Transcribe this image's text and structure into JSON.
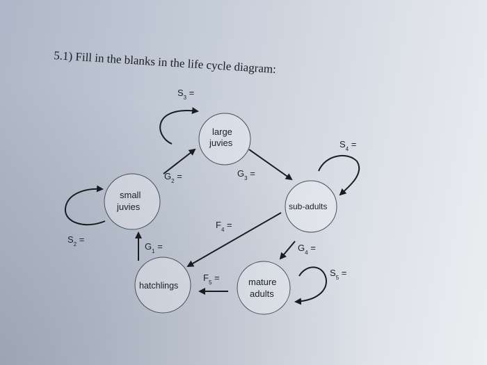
{
  "header": {
    "number": "5.1)",
    "text": "Fill in the blanks in the life cycle diagram:"
  },
  "nodes": {
    "large_juvies": [
      "large",
      "juvies"
    ],
    "small_juvies": [
      "small",
      "juvies"
    ],
    "sub_adults": "sub-adults",
    "hatchlings": "hatchlings",
    "mature_adults": [
      "mature",
      "adults"
    ]
  },
  "labels": {
    "s3": {
      "base": "S",
      "sub": "3",
      "eq": " ="
    },
    "s4": {
      "base": "S",
      "sub": "4",
      "eq": " ="
    },
    "s2": {
      "base": "S",
      "sub": "2",
      "eq": " ="
    },
    "s5": {
      "base": "S",
      "sub": "5",
      "eq": " ="
    },
    "g2": {
      "base": "G",
      "sub": "2",
      "eq": " ="
    },
    "g3": {
      "base": "G",
      "sub": "3",
      "eq": " ="
    },
    "g1": {
      "base": "G",
      "sub": "1",
      "eq": " ="
    },
    "g4": {
      "base": "G",
      "sub": "4",
      "eq": " ="
    },
    "f4": {
      "base": "F",
      "sub": "4",
      "eq": " ="
    },
    "f5": {
      "base": "F",
      "sub": "5",
      "eq": " ="
    }
  },
  "colors": {
    "ink": "#1a1c20",
    "paper": "#d7dce4"
  }
}
